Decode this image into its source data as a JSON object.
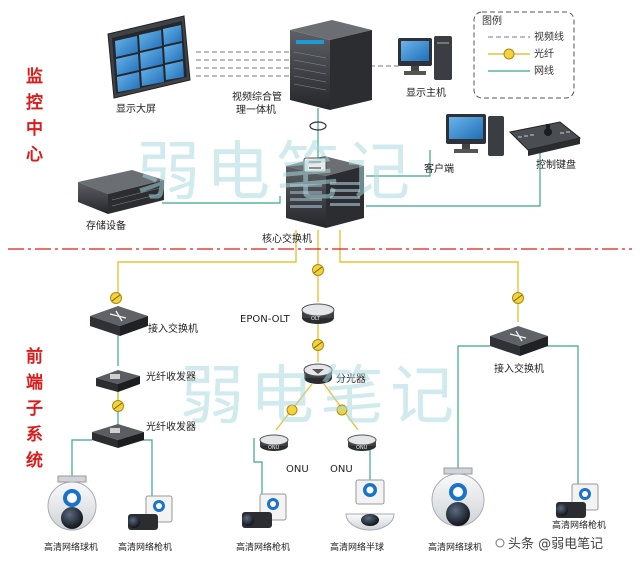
{
  "side_labels": {
    "monitoring_center": [
      "监",
      "控",
      "中",
      "心"
    ],
    "front_subsystem": [
      "前",
      "端",
      "子",
      "系",
      "统"
    ]
  },
  "legend": {
    "title": "图例",
    "items": [
      {
        "label": "视频线",
        "style": "dashed"
      },
      {
        "label": "光纤",
        "style": "fiber"
      },
      {
        "label": "网线",
        "style": "network"
      }
    ]
  },
  "nodes": {
    "display_wall": "显示大屏",
    "video_server": [
      "视频综合管",
      "理一体机"
    ],
    "display_host": "显示主机",
    "client": "客户端",
    "control_keyboard": "控制键盘",
    "storage": "存储设备",
    "core_switch": "核心交换机",
    "access_switch_left": "接入交换机",
    "transceiver_1": "光纤收发器",
    "transceiver_2": "光纤收发器",
    "epon_olt": "EPON-OLT",
    "olt_badge": "OLT",
    "splitter": "分光器",
    "onu_left": "ONU",
    "onu_right": "ONU",
    "onu_badge": "ONU",
    "access_switch_right": "接入交换机",
    "cam_dome_left": "高清网络球机",
    "cam_bullet_left": "高清网络枪机",
    "cam_bullet_mid": "高清网络枪机",
    "cam_halfdome": "高清网络半球",
    "cam_dome_right": "高清网络球机",
    "cam_bullet_right": "高清网络枪机"
  },
  "watermark": [
    "弱电笔记",
    "弱电笔记"
  ],
  "credit": "头条 @弱电笔记",
  "colors": {
    "network_line": "#3ea58a",
    "video_line": "#7a7a7a",
    "fiber_line": "#e7c23a",
    "divider": "#d91c1c",
    "side_text": "#d91c1c"
  }
}
